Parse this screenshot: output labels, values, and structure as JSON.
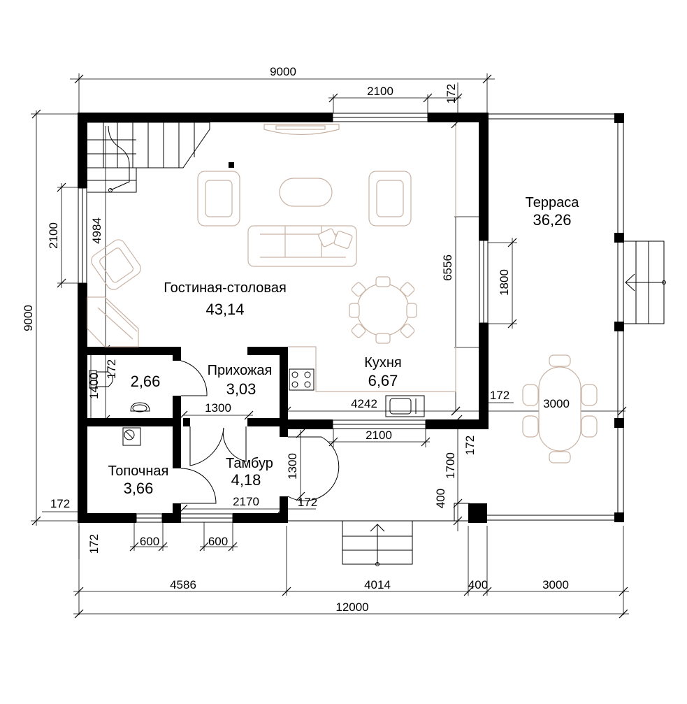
{
  "rooms": {
    "living": {
      "name": "Гостиная-столовая",
      "area": "43,14"
    },
    "kitchen": {
      "name": "Кухня",
      "area": "6,67"
    },
    "terrace": {
      "name": "Терраса",
      "area": "36,26"
    },
    "hall": {
      "name": "Прихожая",
      "area": "3,03"
    },
    "bath": {
      "name": "",
      "area": "2,66"
    },
    "boiler": {
      "name": "Топочная",
      "area": "3,66"
    },
    "vestibule": {
      "name": "Тамбур",
      "area": "4,18"
    }
  },
  "dimensions": {
    "top_total": "9000",
    "top_window": "2100",
    "top_wall": "172",
    "left_total": "9000",
    "left_window": "2100",
    "left_inner": "4984",
    "left_wall": "172",
    "bath_w": "1400",
    "bath_wall": "172",
    "hall_opening": "1300",
    "kitchen_inner": "6556",
    "kitchen_len": "4242",
    "terrace_window": "1800",
    "terrace_wall": "172",
    "terrace_table": "3000",
    "south_window": "2100",
    "south_wall": "172",
    "porch_1700": "1700",
    "porch_400": "400",
    "door_1300": "1300",
    "vest_2170": "2170",
    "vest_wall": "172",
    "bottom_wall": "172",
    "win_600_a": "600",
    "win_600_b": "600",
    "bottom_4586": "4586",
    "bottom_4014": "4014",
    "bottom_400": "400",
    "bottom_3000": "3000",
    "bottom_total": "12000"
  }
}
